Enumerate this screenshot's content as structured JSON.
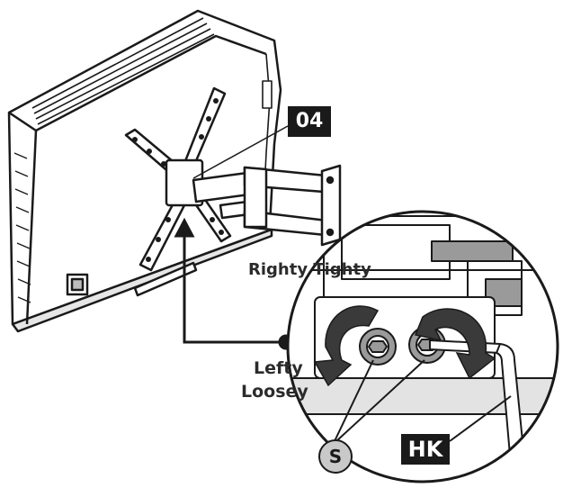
{
  "diagram": {
    "step_label": "04",
    "rotation_tight_label": "Righty Tighty",
    "rotation_loose_label_line1": "Lefty",
    "rotation_loose_label_line2": "Loosey",
    "screw_callout": "S",
    "hex_key_callout": "HK"
  },
  "colors": {
    "ink": "#1a1a1a",
    "badge_fill": "#1a1a1a",
    "badge_text": "#ffffff",
    "screw_badge_fill": "#c9c9c9",
    "metal_shade": "#9a9a9a"
  }
}
